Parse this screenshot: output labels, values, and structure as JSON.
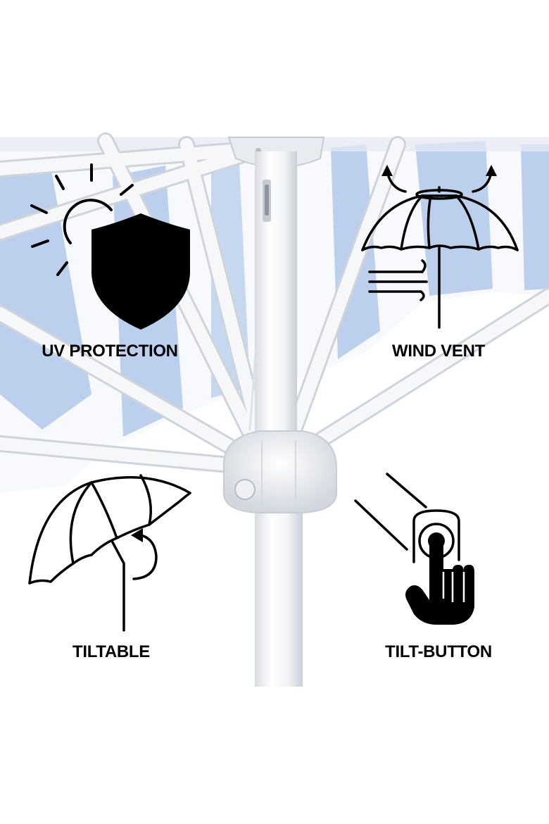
{
  "features": {
    "uv_protection": {
      "label": "UV PROTECTION",
      "icon": "sun-shield-icon"
    },
    "wind_vent": {
      "label": "WIND VENT",
      "icon": "vented-umbrella-icon"
    },
    "tiltable": {
      "label": "TILTABLE",
      "icon": "tilted-umbrella-icon"
    },
    "tilt_button": {
      "label": "TILT-BUTTON",
      "icon": "finger-press-button-icon"
    }
  },
  "colors": {
    "background": "#ffffff",
    "canopy_stripe": "#bcd0ee",
    "canopy_white": "#f7f9fc",
    "frame": "#f4f5f7",
    "frame_shade": "#d9dde3",
    "icon": "#000000"
  }
}
